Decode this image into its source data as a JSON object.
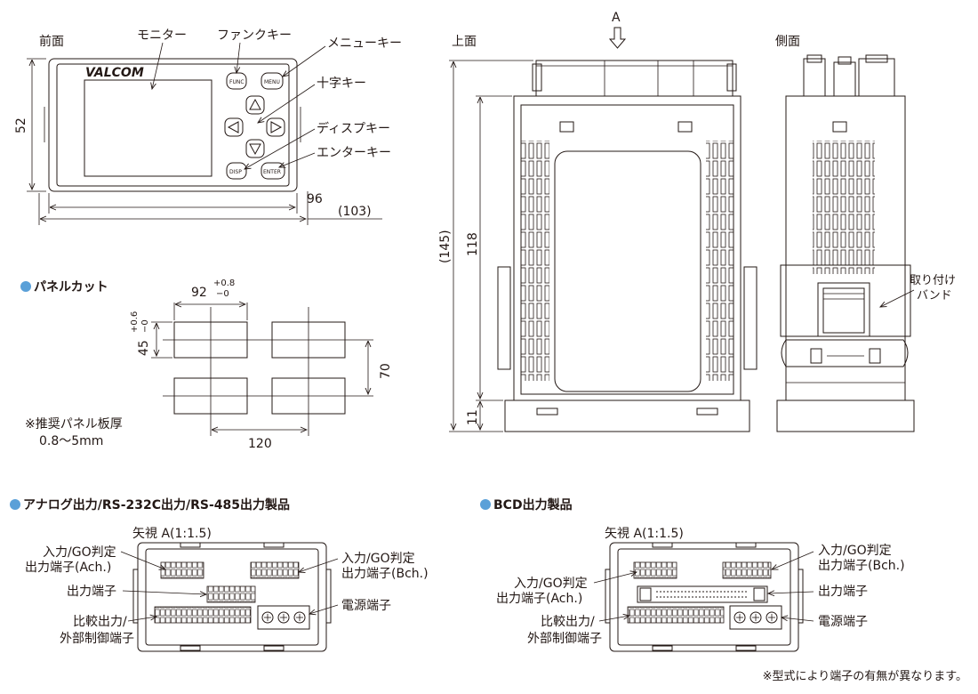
{
  "brand": "VALCOM",
  "front_view": {
    "title": "前面",
    "callouts": {
      "monitor": "モニター",
      "function_key": "ファンクキー",
      "menu_key": "メニューキー",
      "cross_key": "十字キー",
      "display_key": "ディスプキー",
      "enter_key": "エンターキー"
    },
    "buttons": {
      "func": "FUNC",
      "menu": "MENU",
      "disp": "DISP",
      "enter": "ENTER"
    },
    "dim_height": "52",
    "dim_width": "96",
    "dim_overall_width": "(103)"
  },
  "top_view": {
    "title": "上面",
    "arrow_label": "A",
    "dim_total": "(145)",
    "dim_body": "118",
    "dim_front": "11"
  },
  "side_view": {
    "title": "側面",
    "band_label_line1": "取り付け",
    "band_label_line2": "バンド"
  },
  "panel_cut": {
    "title": "パネルカット",
    "dim_width": "92",
    "dim_width_tol_plus": "+0.8",
    "dim_width_tol_minus": "−0",
    "dim_height": "45",
    "dim_height_tol_plus": "+0.6",
    "dim_height_tol_minus": "−0",
    "dim_pitch_v": "70",
    "dim_pitch_h": "120",
    "note_line1": "※推奨パネル板厚",
    "note_line2": "0.8〜5mm"
  },
  "analog_product": {
    "title": "アナログ出力/RS-232C出力/RS-485出力製品",
    "view_label": "矢視 A(1:1.5)",
    "io_a_line1": "入力/GO判定",
    "io_a_line2": "出力端子(Ach.)",
    "io_b_line1": "入力/GO判定",
    "io_b_line2": "出力端子(Bch.)",
    "output_terminal": "出力端子",
    "compare_line1": "比較出力/",
    "compare_line2": "外部制御端子",
    "power_terminal": "電源端子"
  },
  "bcd_product": {
    "title": "BCD出力製品",
    "view_label": "矢視 A(1:1.5)",
    "io_a_line1": "入力/GO判定",
    "io_a_line2": "出力端子(Ach.)",
    "io_b_line1": "入力/GO判定",
    "io_b_line2": "出力端子(Bch.)",
    "output_terminal": "出力端子",
    "compare_line1": "比較出力/",
    "compare_line2": "外部制御端子",
    "power_terminal": "電源端子"
  },
  "footer_note": "※型式により端子の有無が異なります。",
  "colors": {
    "line": "#231815",
    "bullet": "#5aa0d8"
  }
}
